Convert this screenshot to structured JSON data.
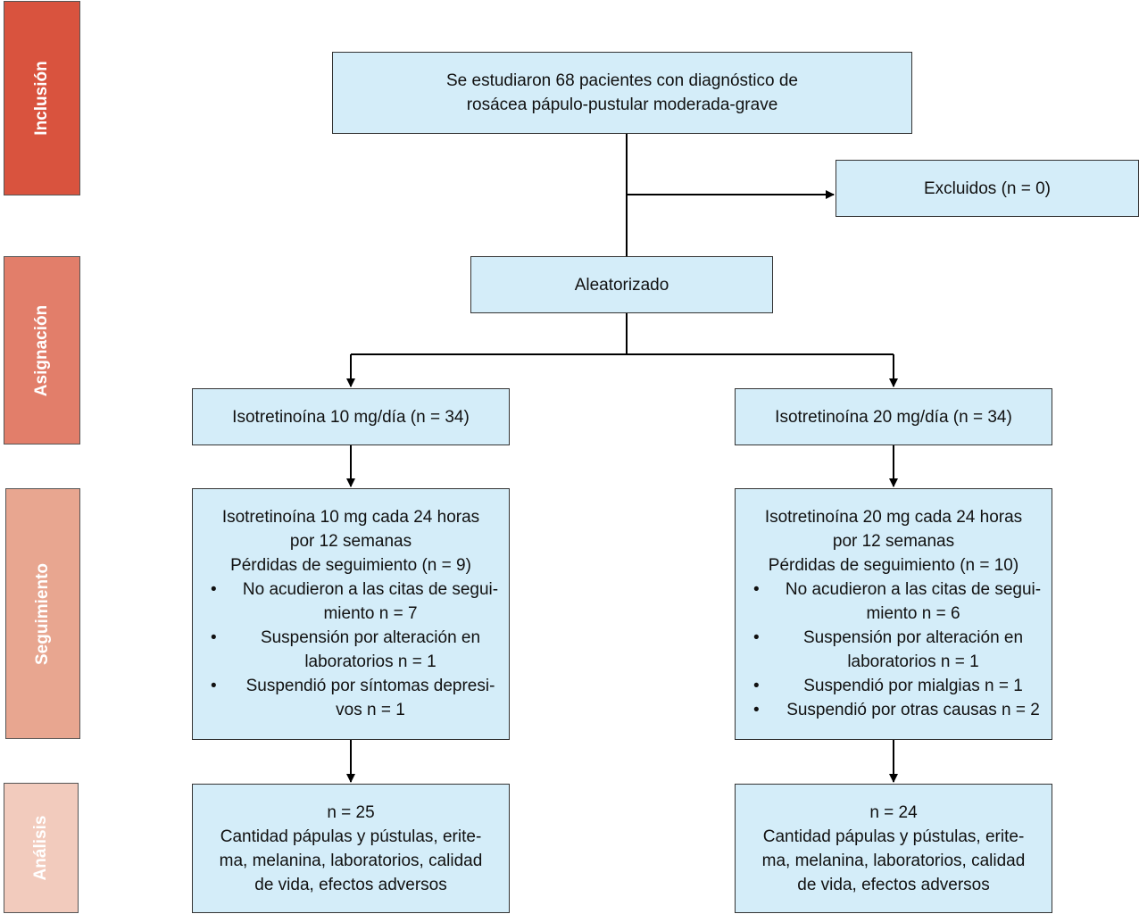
{
  "stages": {
    "inclusion": "Inclusión",
    "assignment": "Asignación",
    "followup": "Seguimiento",
    "analysis": "Análisis"
  },
  "stage_colors": {
    "inclusion": "#d9533e",
    "assignment": "#e27e6a",
    "followup": "#e8a690",
    "analysis": "#f2cbbd"
  },
  "box_fill": "#d4edf9",
  "top": {
    "line1": "Se estudiaron 68 pacientes con diagnóstico de",
    "line2": "rosácea pápulo-pustular moderada-grave"
  },
  "excluded": "Excluidos (n = 0)",
  "randomized": "Aleatorizado",
  "arms": [
    {
      "group": "Isotretinoína 10 mg/día (n = 34)",
      "followup": {
        "line1": "Isotretinoína 10 mg cada 24 horas",
        "line2": "por 12 semanas",
        "line3": "Pérdidas de seguimiento (n = 9)",
        "bullet": "•",
        "bullets": [
          [
            "No acudieron a las citas de segui-",
            "miento n = 7"
          ],
          [
            "Suspensión por alteración en",
            "laboratorios n = 1"
          ],
          [
            "Suspendió por síntomas depresi-",
            "vos n = 1"
          ]
        ]
      },
      "analysis": {
        "line1": "n = 25",
        "line2": "Cantidad pápulas y pústulas, erite-",
        "line3": "ma, melanina, laboratorios, calidad",
        "line4": "de vida, efectos adversos"
      }
    },
    {
      "group": "Isotretinoína 20 mg/día (n = 34)",
      "followup": {
        "line1": "Isotretinoína 20 mg cada 24 horas",
        "line2": "por 12 semanas",
        "line3": "Pérdidas de seguimiento (n = 10)",
        "bullet": "•",
        "bullets": [
          [
            "No acudieron a las citas de segui-",
            "miento n = 6"
          ],
          [
            "Suspensión por alteración en",
            "laboratorios n = 1"
          ],
          [
            "Suspendió por mialgias n = 1"
          ],
          [
            "Suspendió por otras causas n = 2"
          ]
        ]
      },
      "analysis": {
        "line1": "n = 24",
        "line2": "Cantidad pápulas y pústulas, erite-",
        "line3": "ma, melanina, laboratorios, calidad",
        "line4": "de vida, efectos adversos"
      }
    }
  ]
}
